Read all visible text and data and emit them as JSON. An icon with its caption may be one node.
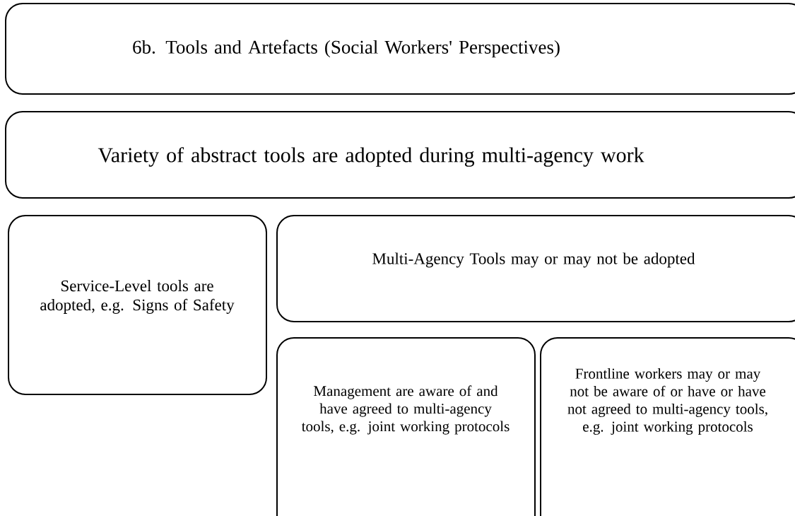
{
  "diagram": {
    "nodes": [
      {
        "text": [
          "6b. Tools and Artefacts (Social Workers' Perspectives)"
        ]
      },
      {
        "text": [
          "Variety of abstract tools are adopted during multi-agency work"
        ]
      },
      {
        "text": [
          "Service-Level tools are adopted, e.g. Signs of Safety"
        ]
      },
      {
        "text": [
          "Multi-Agency Tools may or may not be adopted"
        ]
      },
      {
        "text": [
          "Management are aware of and have agreed to multi-agency tools, e.g. joint working protocols"
        ]
      },
      {
        "text": [
          "Frontline workers may or may not be aware of or have or have not agreed to multi-agency tools, e.g. joint working protocols"
        ]
      }
    ]
  }
}
